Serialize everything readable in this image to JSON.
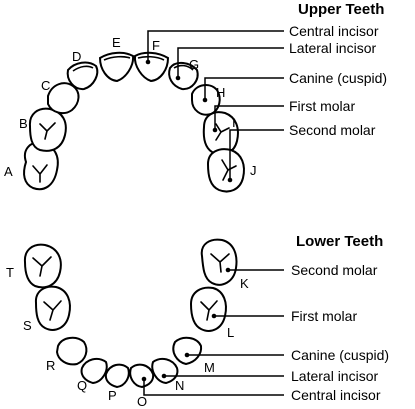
{
  "upper": {
    "title": "Upper Teeth",
    "labels": [
      "Central incisor",
      "Lateral incisor",
      "Canine (cuspid)",
      "First molar",
      "Second molar"
    ],
    "letters": [
      "A",
      "B",
      "C",
      "D",
      "E",
      "F",
      "G",
      "H",
      "I",
      "J"
    ]
  },
  "lower": {
    "title": "Lower Teeth",
    "labels": [
      "Second molar",
      "First molar",
      "Canine (cuspid)",
      "Lateral incisor",
      "Central incisor"
    ],
    "letters": [
      "K",
      "L",
      "M",
      "N",
      "O",
      "P",
      "Q",
      "R",
      "S",
      "T"
    ]
  }
}
